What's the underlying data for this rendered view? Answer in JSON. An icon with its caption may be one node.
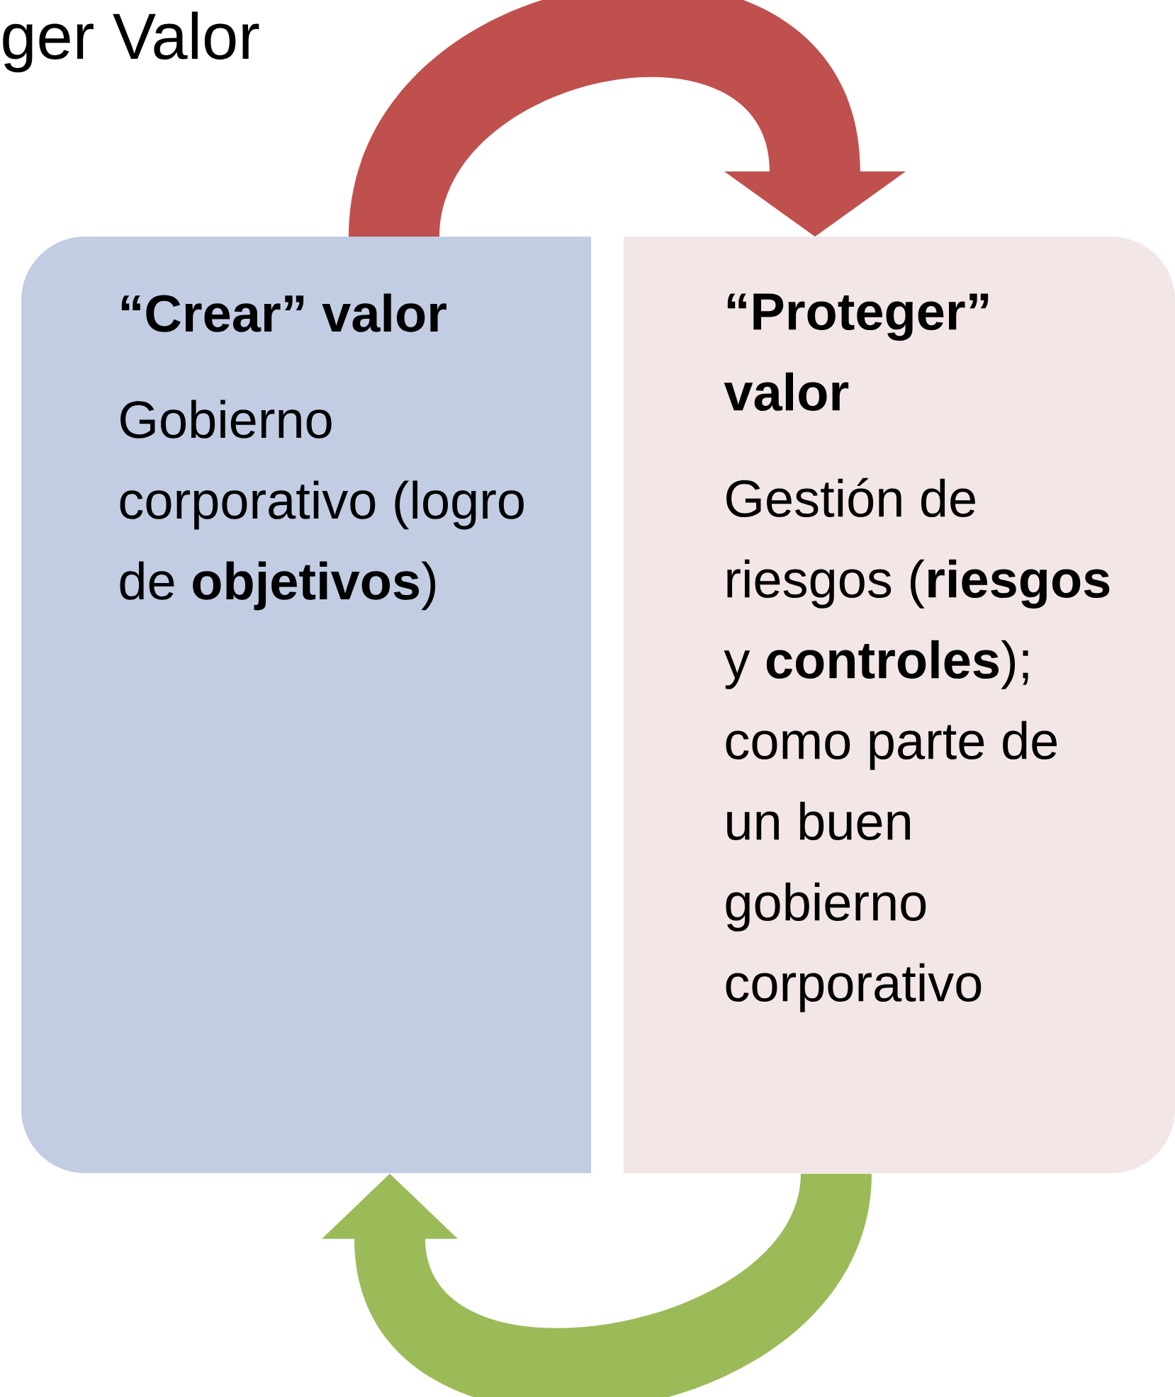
{
  "diagram": {
    "title": "ger Valor",
    "nodes": [
      {
        "text": [
          "“Crear” valor",
          "Gobierno corporativo (logro de **objetivos**)"
        ]
      },
      {
        "text": [
          "“Proteger” valor",
          "Gestión de riesgos (**riesgos** y **controles**); como parte de un buen gobierno corporativo"
        ]
      }
    ],
    "edges": [
      {
        "from": 0,
        "to": 1,
        "arrow": "to",
        "color": "#c0504d"
      },
      {
        "from": 1,
        "to": 0,
        "arrow": "to",
        "color": "#9bbb59"
      }
    ]
  }
}
